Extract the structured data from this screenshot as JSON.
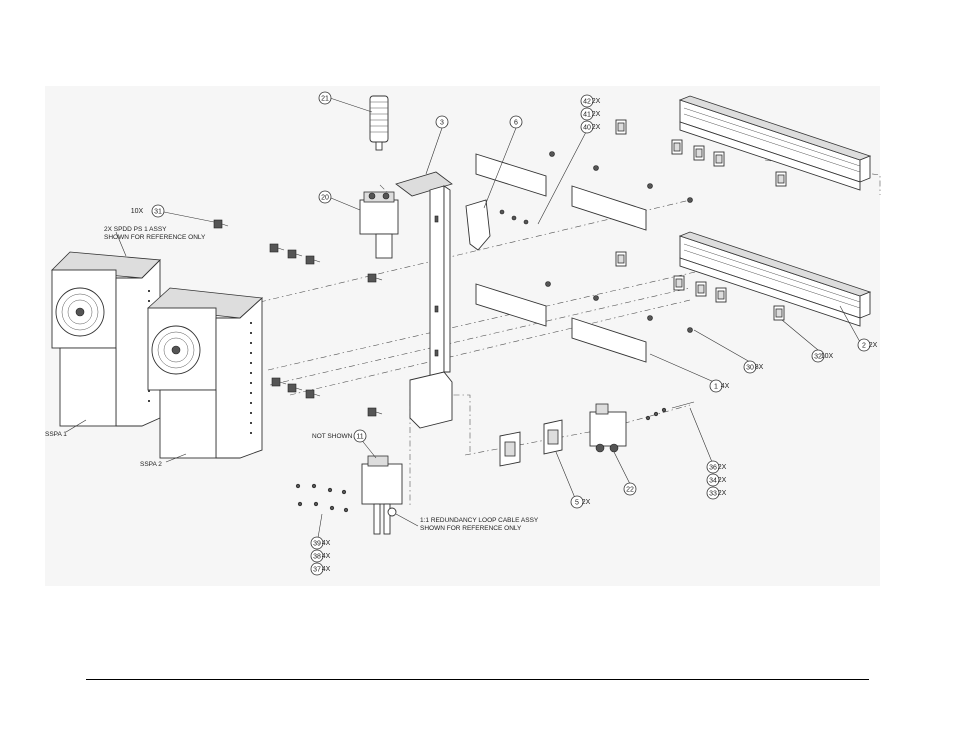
{
  "callouts": [
    {
      "id": "b21",
      "num": "21",
      "qty": ""
    },
    {
      "id": "b3",
      "num": "3",
      "qty": ""
    },
    {
      "id": "b6",
      "num": "6",
      "qty": ""
    },
    {
      "id": "b42",
      "num": "42",
      "qty": "2X"
    },
    {
      "id": "b41",
      "num": "41",
      "qty": "2X"
    },
    {
      "id": "b40",
      "num": "40",
      "qty": "2X"
    },
    {
      "id": "b20",
      "num": "20",
      "qty": ""
    },
    {
      "id": "b31",
      "num": "31",
      "qty": "10X"
    },
    {
      "id": "b2",
      "num": "2",
      "qty": "2X"
    },
    {
      "id": "b32",
      "num": "32",
      "qty": "10X"
    },
    {
      "id": "b30",
      "num": "30",
      "qty": "8X"
    },
    {
      "id": "b1",
      "num": "1",
      "qty": "4X"
    },
    {
      "id": "b11",
      "num": "11",
      "qty": ""
    },
    {
      "id": "b36",
      "num": "36",
      "qty": "2X"
    },
    {
      "id": "b34",
      "num": "34",
      "qty": "2X"
    },
    {
      "id": "b33",
      "num": "33",
      "qty": "2X"
    },
    {
      "id": "b22",
      "num": "22",
      "qty": ""
    },
    {
      "id": "b5",
      "num": "5",
      "qty": "2X"
    },
    {
      "id": "b39",
      "num": "39",
      "qty": "4X"
    },
    {
      "id": "b38",
      "num": "38",
      "qty": "4X"
    },
    {
      "id": "b37",
      "num": "37",
      "qty": "4X"
    }
  ],
  "notes": {
    "spdd_line1": "2X SPDD PS 1 ASSY",
    "spdd_line2": "SHOWN FOR REFERENCE ONLY",
    "ssp1": "SSPA 1",
    "ssp2": "SSPA 2",
    "not_shown": "NOT SHOWN",
    "loop_line1": "1:1 REDUNDANCY LOOP CABLE ASSY",
    "loop_line2": "SHOWN FOR REFERENCE ONLY"
  }
}
